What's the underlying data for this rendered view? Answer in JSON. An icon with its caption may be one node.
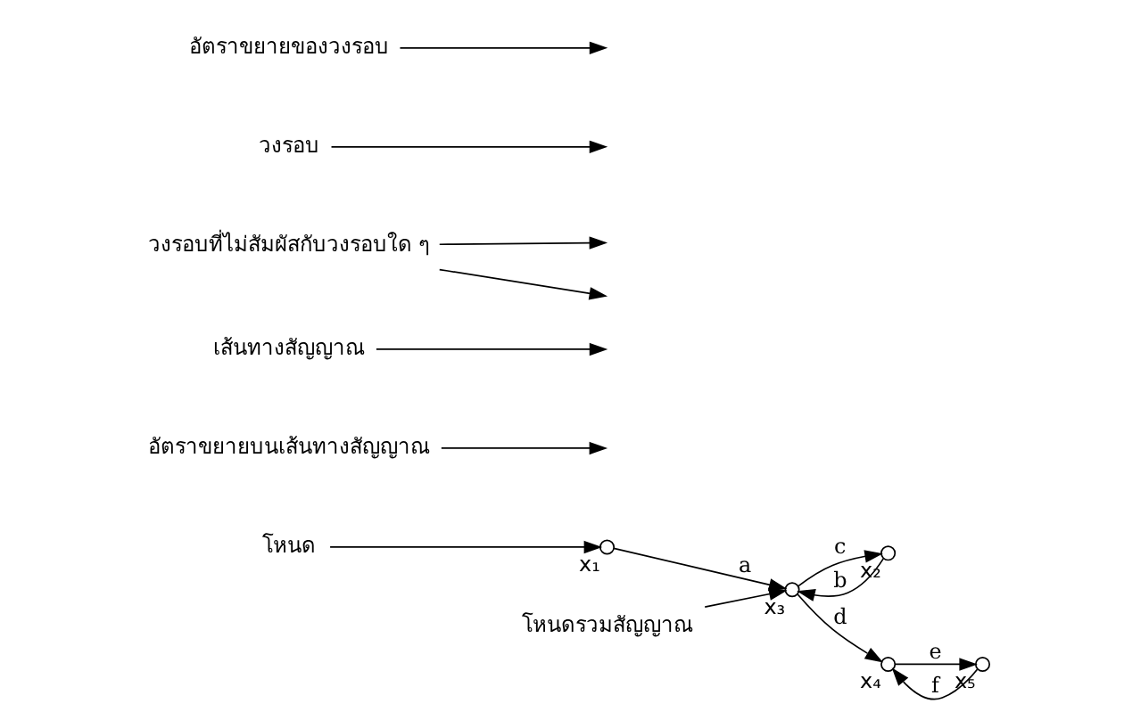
{
  "diagram": {
    "nodes": [
      {
        "text": [
          "โหนด"
        ]
      },
      {
        "text": [],
        "shape": "circle",
        "beside": [
          "x₁"
        ]
      },
      {
        "text": [
          "โหนดรวมสัญญาณ"
        ]
      },
      {
        "text": [
          "อัตราขยายบนเส้นทางสัญญาณ"
        ]
      },
      {
        "text": [
          "เส้นทางสัญญาณ"
        ]
      },
      {
        "text": [],
        "shape": "circle",
        "beside": [
          "x₂"
        ]
      },
      {
        "text": [],
        "shape": "circle",
        "beside": [
          "x₃"
        ]
      },
      {
        "text": [],
        "shape": "circle",
        "beside": [
          "x₄"
        ]
      },
      {
        "text": [],
        "shape": "circle",
        "beside": [
          "x₅"
        ]
      },
      {
        "text": [
          "วงรอบที่ไม่สัมผัสกับวงรอบใด ๆ"
        ]
      },
      {
        "text": [
          "วงรอบ"
        ]
      },
      {
        "text": [
          "อัตราขยายของวงรอบ"
        ]
      }
    ],
    "edges": [
      {
        "from": 0,
        "to": 1,
        "arrow": "to"
      },
      {
        "from": 2,
        "to": 6,
        "arrow": "to"
      },
      {
        "from": 3,
        "to": null,
        "arrow": "to"
      },
      {
        "from": 4,
        "to": null,
        "arrow": "to"
      },
      {
        "from": 1,
        "to": 6,
        "arrow": "to",
        "label": "a"
      },
      {
        "from": 5,
        "to": 6,
        "arrow": "to",
        "label": "b"
      },
      {
        "from": 6,
        "to": 5,
        "arrow": "to",
        "label": "c"
      },
      {
        "from": 6,
        "to": 7,
        "arrow": "to",
        "label": "d"
      },
      {
        "from": 7,
        "to": 8,
        "arrow": "to",
        "label": "e"
      },
      {
        "from": 8,
        "to": 7,
        "arrow": "to",
        "label": "f"
      },
      {
        "from": 9,
        "to": null,
        "arrow": "to"
      },
      {
        "from": 9,
        "to": null,
        "arrow": "to"
      },
      {
        "from": 11,
        "to": null,
        "arrow": "to"
      },
      {
        "from": 10,
        "to": null,
        "arrow": "to"
      }
    ]
  }
}
